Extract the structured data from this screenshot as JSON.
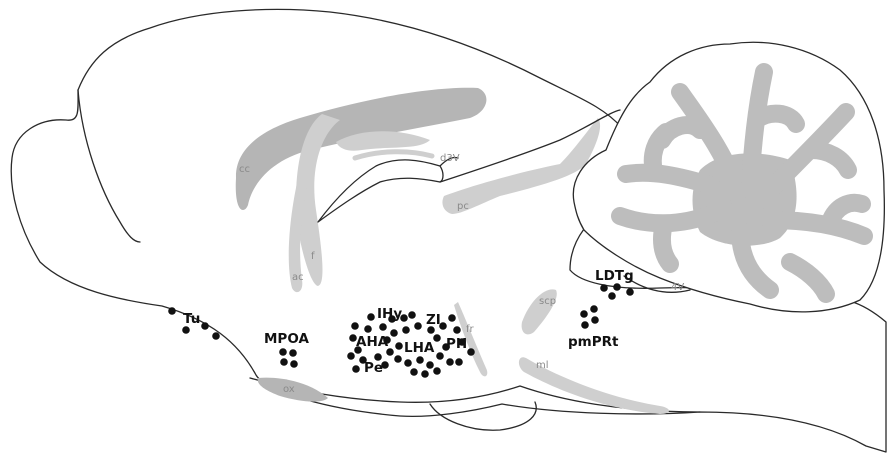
{
  "region_labels": {
    "tu": "Tu",
    "mpoa": "MPOA",
    "ihy": "IHy",
    "zi": "ZI",
    "aha": "AHA",
    "lha": "LHA",
    "ph": "PH",
    "pe": "Pe",
    "ldtg": "LDTg",
    "pmprt": "pmPRt"
  },
  "tract_labels": {
    "cc": "cc",
    "d3v": "d3V",
    "pc": "pc",
    "f": "f",
    "ac": "ac",
    "fr": "fr",
    "scp": "scp",
    "ml": "ml",
    "ox": "ox",
    "v4": "4V"
  },
  "colors": {
    "outline": "#2a2a2a",
    "tract_dark": "#b5b5b5",
    "tract_light": "#cfcfcf",
    "cells": "#111111",
    "tract_text": "#8a8a8a"
  }
}
